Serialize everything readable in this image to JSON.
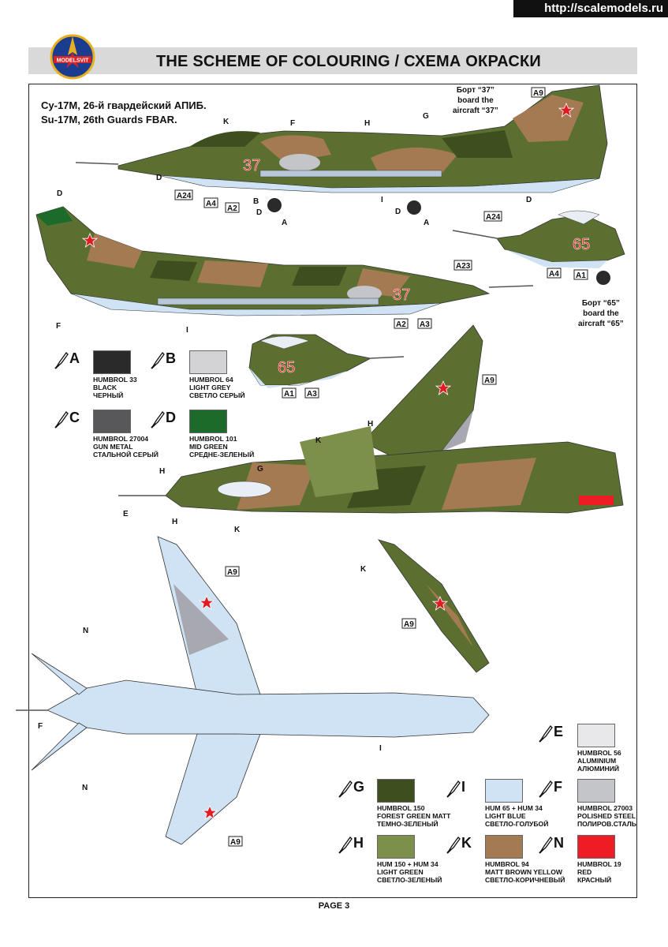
{
  "watermark": "http://scalemodels.ru",
  "logo_text": "MODELSVIT",
  "header_title": "THE SCHEME OF COLOURING / СХЕМА ОКРАСКИ",
  "aircraft_ru": "Су-17М, 26-й гвардейский АПИБ.",
  "aircraft_en": "Su-17M, 26th Guards FBAR.",
  "note_37": [
    "Борт “37”",
    "board the",
    "aircraft “37”"
  ],
  "note_65": [
    "Борт “65”",
    "board the",
    "aircraft “65”"
  ],
  "side_number_a": "37",
  "side_number_b": "65",
  "decals": [
    "A9",
    "A24",
    "A4",
    "A2",
    "A23",
    "A2",
    "A3",
    "A24",
    "A4",
    "A1",
    "A1",
    "A3",
    "A9",
    "A9",
    "A9",
    "A9"
  ],
  "callouts": [
    "K",
    "F",
    "H",
    "G",
    "D",
    "B",
    "D",
    "A",
    "D",
    "A",
    "I",
    "D",
    "D",
    "F",
    "I",
    "H",
    "K",
    "G",
    "H",
    "E",
    "H",
    "K",
    "K",
    "N",
    "F",
    "I",
    "N"
  ],
  "paints": [
    {
      "letter": "A",
      "lines": [
        "HUMBROL 33",
        "BLACK",
        "ЧЕРНЫЙ"
      ],
      "color": "#2a2a2b"
    },
    {
      "letter": "B",
      "lines": [
        "HUMBROL 64",
        "LIGHT GREY",
        "СВЕТЛО СЕРЫЙ"
      ],
      "color": "#d3d3d5"
    },
    {
      "letter": "C",
      "lines": [
        "HUMBROL 27004",
        "GUN METAL",
        "СТАЛЬНОЙ СЕРЫЙ"
      ],
      "color": "#58585b"
    },
    {
      "letter": "D",
      "lines": [
        "HUMBROL 101",
        "MID GREEN",
        "СРЕДНЕ-ЗЕЛЕНЫЙ"
      ],
      "color": "#1d6b2a"
    },
    {
      "letter": "E",
      "lines": [
        "HUMBROL 56",
        "ALUMINIUM",
        "АЛЮМИНИЙ"
      ],
      "color": "#e8e8ea"
    },
    {
      "letter": "G",
      "lines": [
        "HUMBROL 150",
        "FOREST GREEN MATT",
        "ТЕМНО-ЗЕЛЕНЫЙ"
      ],
      "color": "#3d4f1e"
    },
    {
      "letter": "I",
      "lines": [
        "HUM 65 + HUM 34",
        "LIGHT BLUE",
        "СВЕТЛО-ГОЛУБОЙ"
      ],
      "color": "#cfe3f4"
    },
    {
      "letter": "F",
      "lines": [
        "HUMBROL 27003",
        "POLISHED STEEL",
        "ПОЛИРОВ.СТАЛЬ"
      ],
      "color": "#c4c5c8"
    },
    {
      "letter": "H",
      "lines": [
        "HUM 150 + HUM 34",
        "LIGHT GREEN",
        "СВЕТЛО-ЗЕЛЕНЫЙ"
      ],
      "color": "#7c8f4b"
    },
    {
      "letter": "K",
      "lines": [
        "HUMBROL 94",
        "MATT BROWN YELLOW",
        "СВЕТЛО-КОРИЧНЕВЫЙ"
      ],
      "color": "#a37a52"
    },
    {
      "letter": "N",
      "lines": [
        "HUMBROL 19",
        "RED",
        "КРАСНЫЙ"
      ],
      "color": "#ee1c24"
    }
  ],
  "page": "PAGE 3"
}
